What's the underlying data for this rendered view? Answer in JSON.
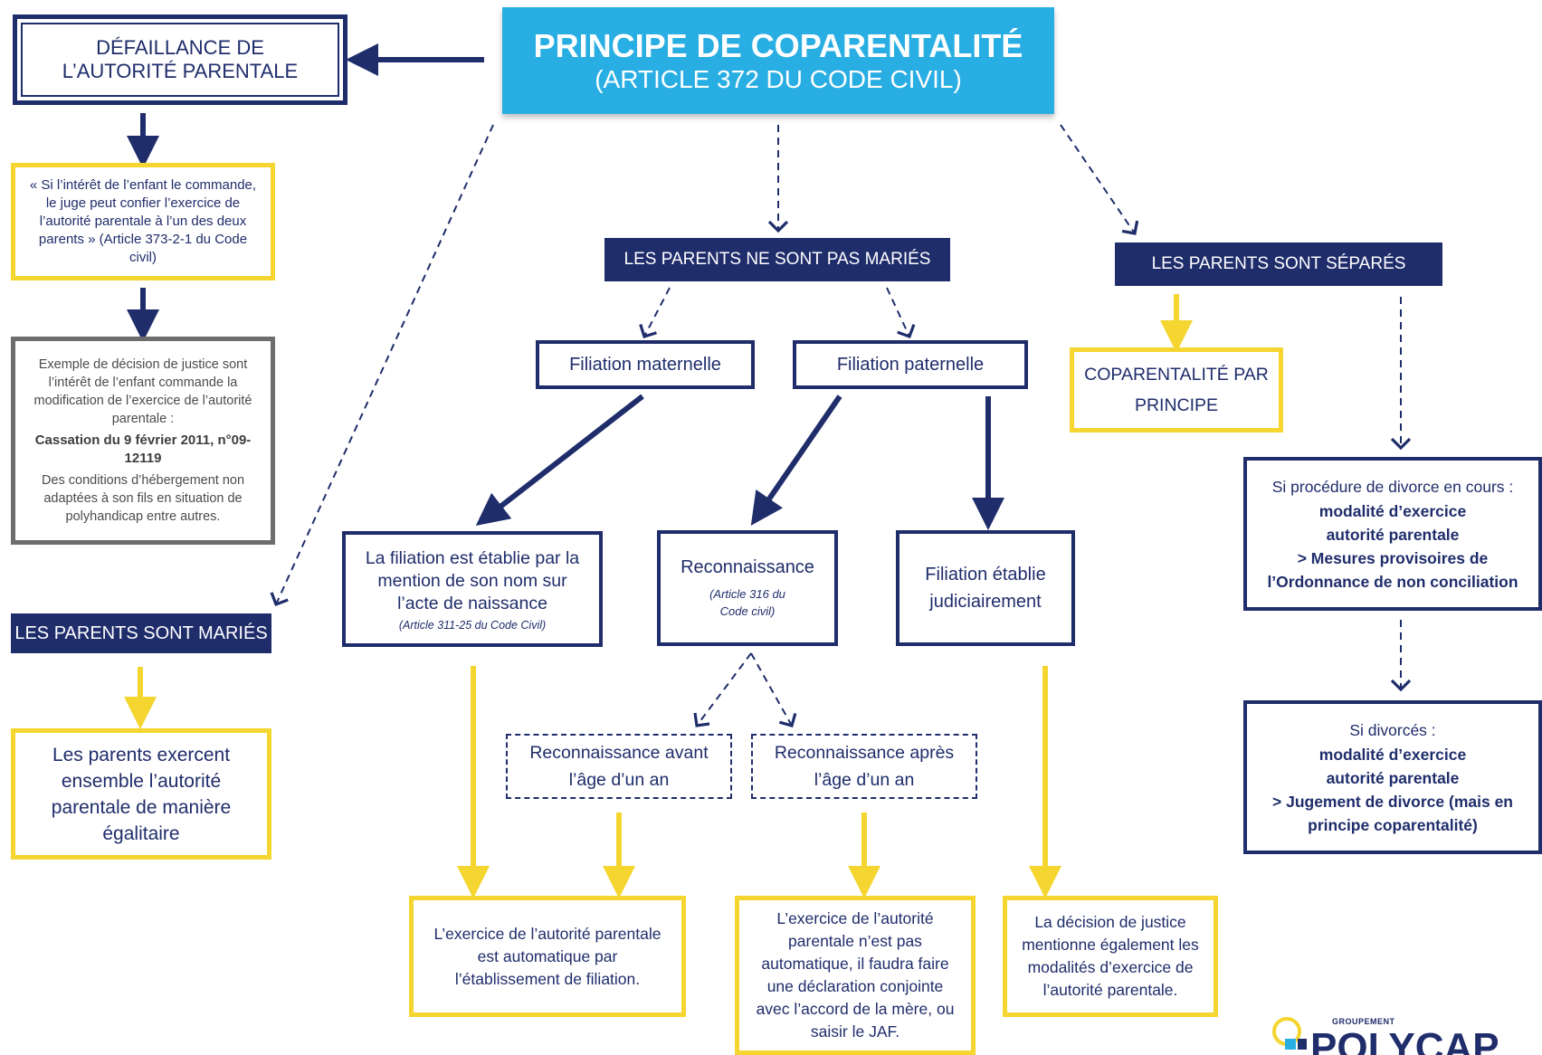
{
  "title": {
    "line1": "PRINCIPE DE COPARENTALITÉ",
    "line2": "(ARTICLE 372 DU CODE CIVIL)"
  },
  "left": {
    "defaillance": {
      "line1": "DÉFAILLANCE DE",
      "line2": "L’AUTORITÉ PARENTALE"
    },
    "quote": "« Si l’intérêt de l’enfant le commande, le juge peut confier l’exercice de l’autorité parentale à l’un des deux parents » (Article 373-2-1 du Code civil)",
    "example": {
      "intro": "Exemple de décision de justice sont l’intérêt de l’enfant commande la modification de l’exercice de l’autorité parentale :",
      "case": "Cassation du 9 février 2011, n°09-12119",
      "detail": "Des conditions d’hébergement non adaptées à son fils en situation de polyhandicap entre autres."
    },
    "maries": "LES PARENTS SONT MARIÉS",
    "maries_result": "Les parents exercent ensemble l’autorité parentale de manière égalitaire"
  },
  "center": {
    "not_married": "LES PARENTS NE SONT PAS MARIÉS",
    "maternelle": "Filiation maternelle",
    "paternelle": "Filiation paternelle",
    "mention": {
      "text": "La filiation est établie par la mention de son nom sur l’acte de naissance",
      "ref": "(Article 311-25 du Code Civil)"
    },
    "reconnaissance": {
      "title": "Reconnaissance",
      "ref": "(Article 316 du Code civil)"
    },
    "judiciaire": "Filiation établie judiciairement",
    "avant": "Reconnaissance avant l’âge d’un an",
    "apres": "Reconnaissance après l’âge d’un an",
    "result_auto": "L’exercice de l’autorité parentale est automatique par l’établissement de filiation.",
    "result_not_auto": "L’exercice de l’autorité parentale n’est pas automatique, il faudra faire une déclaration conjointe avec l’accord de la mère, ou saisir le JAF.",
    "result_justice": "La décision de justice mentionne également les modalités d’exercice de l’autorité parentale."
  },
  "right": {
    "separes": "LES PARENTS SONT SÉPARÉS",
    "coparentalite": "COPARENTALITÉ PAR PRINCIPE",
    "divorce_en_cours": {
      "intro": "Si procédure de divorce en cours :",
      "b1": "modalité d’exercice",
      "b2": "autorité parentale",
      "b3": "> Mesures provisoires de",
      "b4": "l’Ordonnance de non conciliation"
    },
    "divorces": {
      "intro": "Si divorcés :",
      "b1": "modalité d’exercice",
      "b2": "autorité parentale",
      "b3": "> Jugement de divorce (mais en",
      "b4": "principe coparentalité)"
    }
  },
  "logo": {
    "small": "GROUPEMENT",
    "big": "POLYCAP"
  },
  "colors": {
    "navy": "#1f2d6b",
    "blue": "#29aee3",
    "yellow": "#f5d52f",
    "gray": "#6d6d6d"
  }
}
